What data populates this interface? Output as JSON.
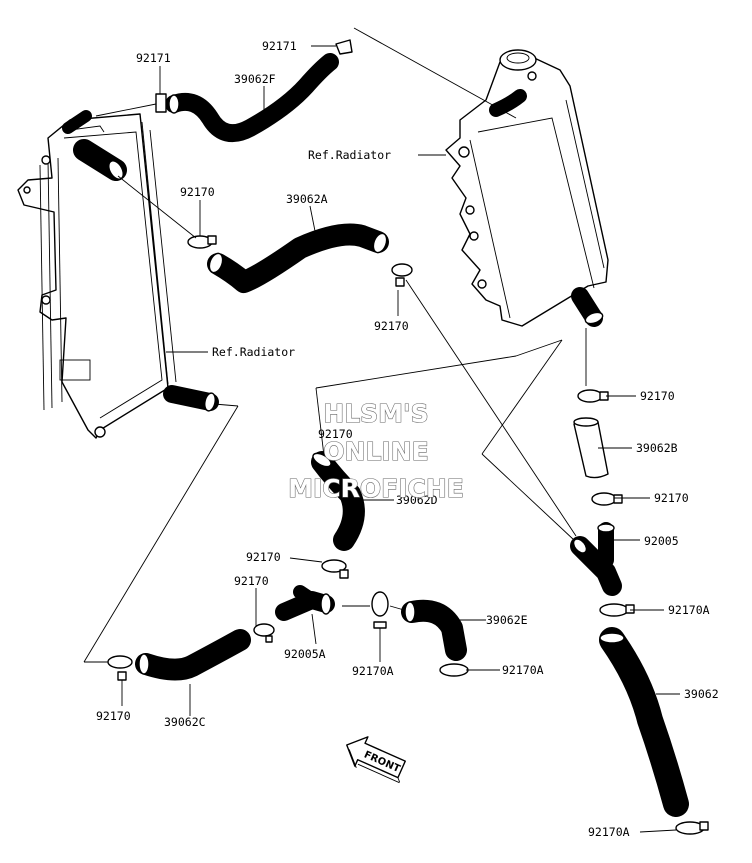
{
  "labels": {
    "p92171_a": "92171",
    "p92171_b": "92171",
    "p39062F": "39062F",
    "ref_radiator_right": "Ref.Radiator",
    "p92170_a": "92170",
    "p39062A": "39062A",
    "p92170_b": "92170",
    "ref_radiator_left": "Ref.Radiator",
    "p92170_c": "92170",
    "p92170_d": "92170",
    "p39062B": "39062B",
    "p39062D": "39062D",
    "p92170_e": "92170",
    "p92005": "92005",
    "p92170_f": "92170",
    "p92170_g": "92170",
    "p92170A_a": "92170A",
    "p39062E": "39062E",
    "p92005A": "92005A",
    "p92170A_b": "92170A",
    "p92170A_c": "92170A",
    "p39062": "39062",
    "p92170_h": "92170",
    "p39062C": "39062C",
    "p92170A_d": "92170A"
  },
  "watermark": {
    "line1": "HLSM'S",
    "line2": "ONLINE",
    "line3": "MICROFICHE"
  },
  "front_marker": "FRONT",
  "colors": {
    "line": "#000000",
    "watermark_outline": "#666666",
    "background": "#ffffff"
  }
}
